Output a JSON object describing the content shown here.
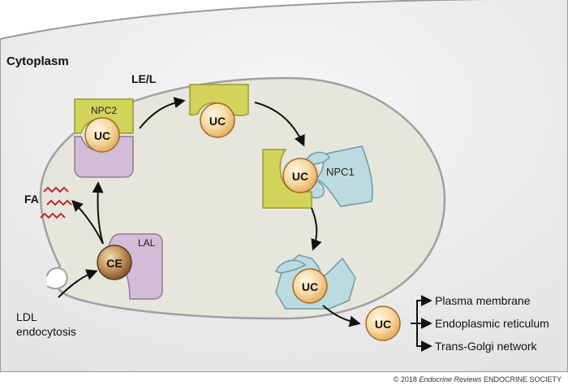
{
  "region_cytoplasm": "Cytoplasm",
  "region_lel": "LE/L",
  "proteins": {
    "npc2": "NPC2",
    "npc1": "NPC1",
    "lal": "LAL"
  },
  "molecules": {
    "uc": "UC",
    "ce": "CE",
    "fa": "FA"
  },
  "entry": {
    "line1": "LDL",
    "line2": "endocytosis"
  },
  "destinations": [
    "Plasma membrane",
    "Endoplasmic reticulum",
    "Trans-Golgi network"
  ],
  "copyright": {
    "prefix": "© 2018 ",
    "journal": "Endocrine Reviews",
    "suffix": " ENDOCRINE SOCIETY"
  },
  "colors": {
    "background": "#ffffff",
    "cytoplasm": "#ededed",
    "lysosome": "#e7e6dc",
    "npc2_fill": "#d2d35a",
    "npc1_fill": "#bcdbe0",
    "lal_fill": "#d3bcd8",
    "uc_fill": "#f4cf92",
    "ce_fill": "#b8864e",
    "fa_color": "#c0282e"
  }
}
